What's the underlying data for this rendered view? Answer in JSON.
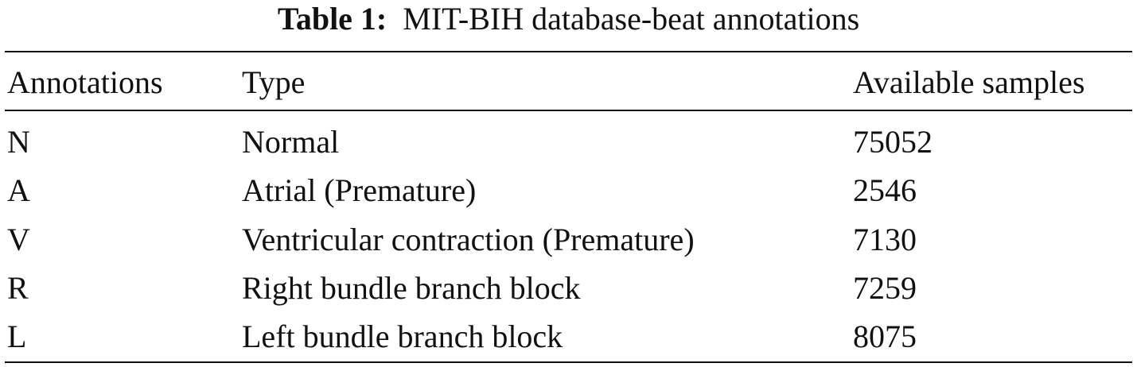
{
  "caption": {
    "label": "Table 1:",
    "text": "MIT-BIH database-beat annotations"
  },
  "table": {
    "headers": {
      "annotations": "Annotations",
      "type": "Type",
      "samples": "Available samples"
    },
    "rows": [
      {
        "annotation": "N",
        "type": "Normal",
        "samples": "75052"
      },
      {
        "annotation": "A",
        "type": "Atrial (Premature)",
        "samples": "2546"
      },
      {
        "annotation": "V",
        "type": "Ventricular contraction (Premature)",
        "samples": "7130"
      },
      {
        "annotation": "R",
        "type": "Right bundle branch block",
        "samples": "7259"
      },
      {
        "annotation": "L",
        "type": "Left bundle branch block",
        "samples": "8075"
      }
    ]
  }
}
